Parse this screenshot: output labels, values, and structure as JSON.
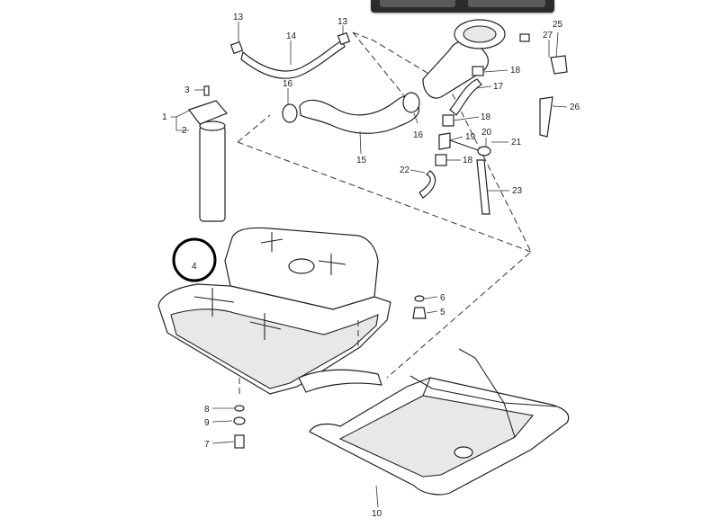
{
  "toolbar": {
    "left_button_label": "",
    "right_button_label": ""
  },
  "callouts": [
    {
      "id": "c13a",
      "label": "13"
    },
    {
      "id": "c13b",
      "label": "13"
    },
    {
      "id": "c14",
      "label": "14"
    },
    {
      "id": "c16a",
      "label": "16"
    },
    {
      "id": "c16b",
      "label": "16"
    },
    {
      "id": "c15",
      "label": "15"
    },
    {
      "id": "c3",
      "label": "3"
    },
    {
      "id": "c1",
      "label": "1"
    },
    {
      "id": "c2",
      "label": "2"
    },
    {
      "id": "c25",
      "label": "25"
    },
    {
      "id": "c27",
      "label": "27"
    },
    {
      "id": "c18a",
      "label": "18"
    },
    {
      "id": "c17",
      "label": "17"
    },
    {
      "id": "c26",
      "label": "26"
    },
    {
      "id": "c18b",
      "label": "18"
    },
    {
      "id": "c19",
      "label": "19"
    },
    {
      "id": "c20",
      "label": "20"
    },
    {
      "id": "c21",
      "label": "21"
    },
    {
      "id": "c18c",
      "label": "18"
    },
    {
      "id": "c22",
      "label": "22"
    },
    {
      "id": "c23",
      "label": "23"
    },
    {
      "id": "c4",
      "label": "4"
    },
    {
      "id": "c6",
      "label": "6"
    },
    {
      "id": "c5",
      "label": "5"
    },
    {
      "id": "c8",
      "label": "8"
    },
    {
      "id": "c9",
      "label": "9"
    },
    {
      "id": "c7",
      "label": "7"
    },
    {
      "id": "c10",
      "label": "10"
    }
  ],
  "highlight": {
    "part_label": "4",
    "color": "#000000"
  },
  "colors": {
    "line": "#222222",
    "background": "#ffffff",
    "toolbar": "#2b2b2b"
  }
}
